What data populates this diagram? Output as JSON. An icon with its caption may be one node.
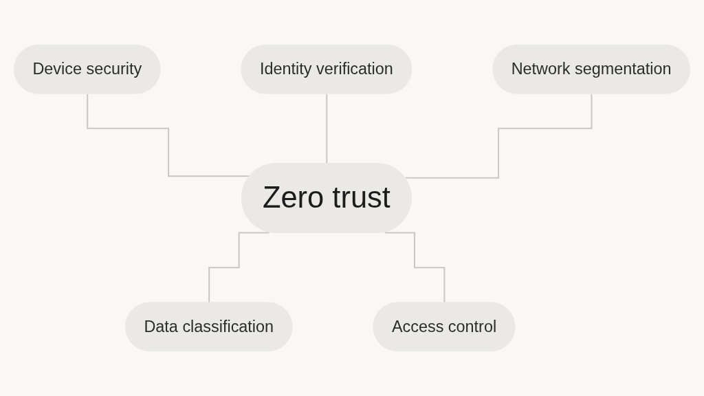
{
  "diagram": {
    "nodes": [
      {
        "text": [
          "Identity verification"
        ]
      },
      {
        "text": [
          "Device security"
        ]
      },
      {
        "text": [
          "Network segmentation"
        ]
      },
      {
        "text": [
          "Zero trust"
        ]
      },
      {
        "text": [
          "Data classification"
        ]
      },
      {
        "text": [
          "Access control"
        ]
      }
    ],
    "edges": [
      {
        "from": 1,
        "to": 3,
        "arrow": "none"
      },
      {
        "from": 0,
        "to": 3,
        "arrow": "none"
      },
      {
        "from": 2,
        "to": 3,
        "arrow": "none"
      },
      {
        "from": 3,
        "to": 4,
        "arrow": "none"
      },
      {
        "from": 3,
        "to": 5,
        "arrow": "none"
      }
    ]
  }
}
